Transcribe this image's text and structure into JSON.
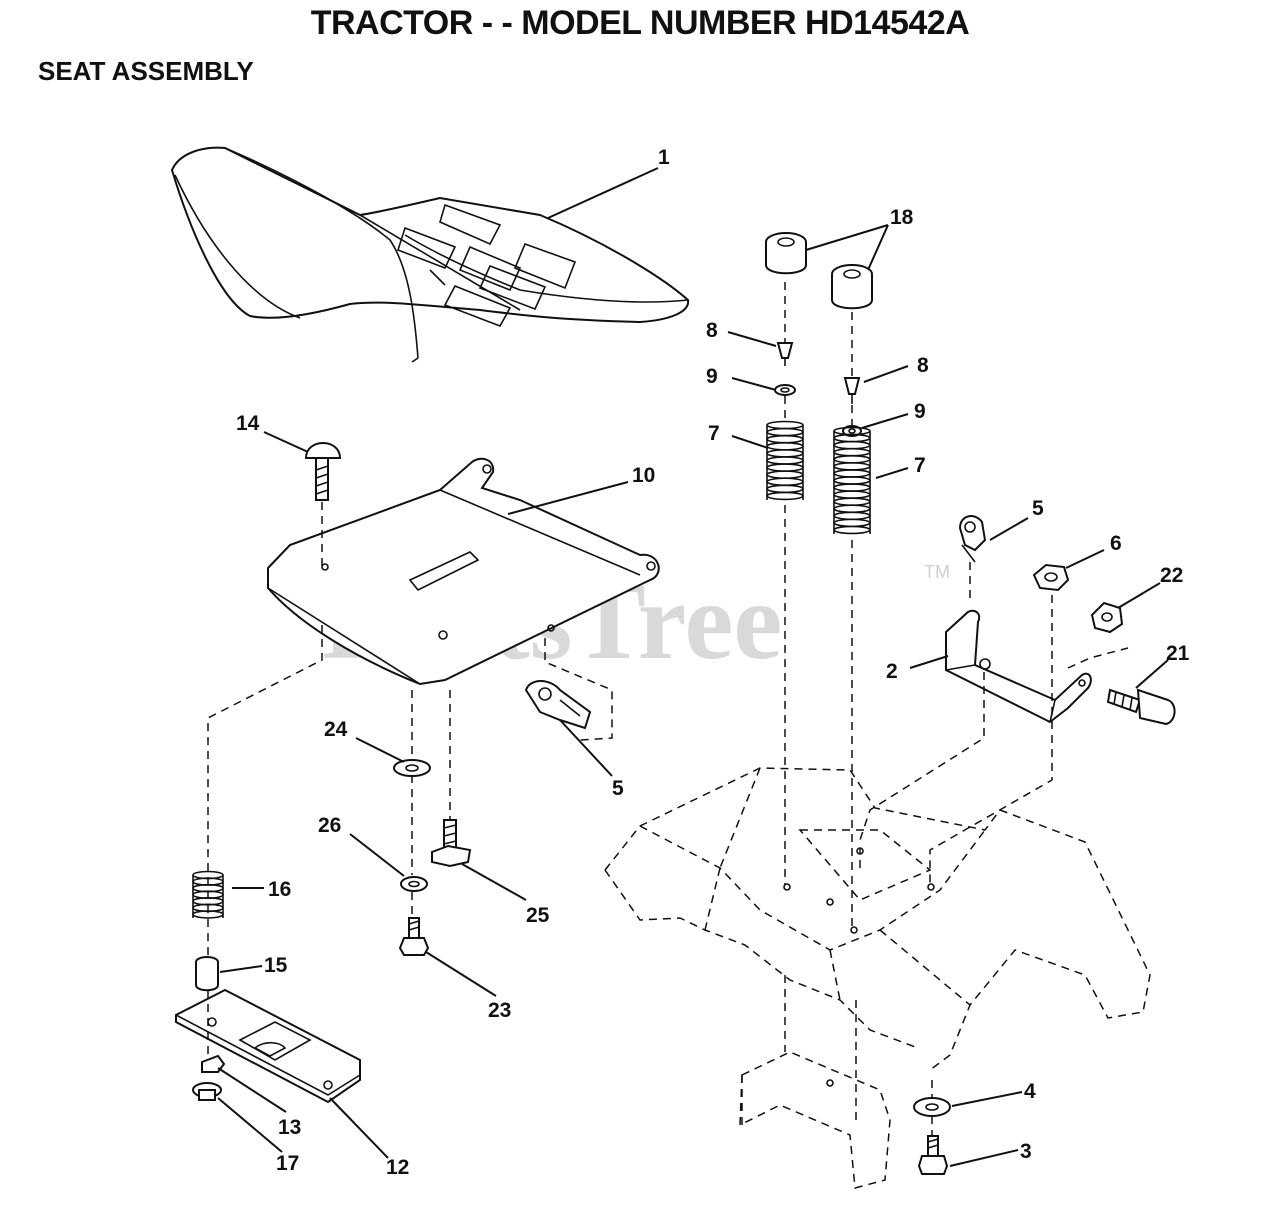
{
  "header": {
    "title": "TRACTOR - - MODEL NUMBER HD14542A",
    "subtitle": "SEAT ASSEMBLY"
  },
  "watermark": {
    "text": "PartsTree",
    "trademark": "TM"
  },
  "callouts": {
    "c1": "1",
    "c18": "18",
    "c8a": "8",
    "c8b": "8",
    "c9a": "9",
    "c9b": "9",
    "c7a": "7",
    "c7b": "7",
    "c14": "14",
    "c10": "10",
    "c5a": "5",
    "c5b": "5",
    "c6": "6",
    "c22": "22",
    "c2": "2",
    "c21": "21",
    "c24": "24",
    "c26": "26",
    "c25": "25",
    "c16": "16",
    "c15": "15",
    "c23": "23",
    "c13": "13",
    "c12": "12",
    "c17": "17",
    "c4": "4",
    "c3": "3"
  }
}
